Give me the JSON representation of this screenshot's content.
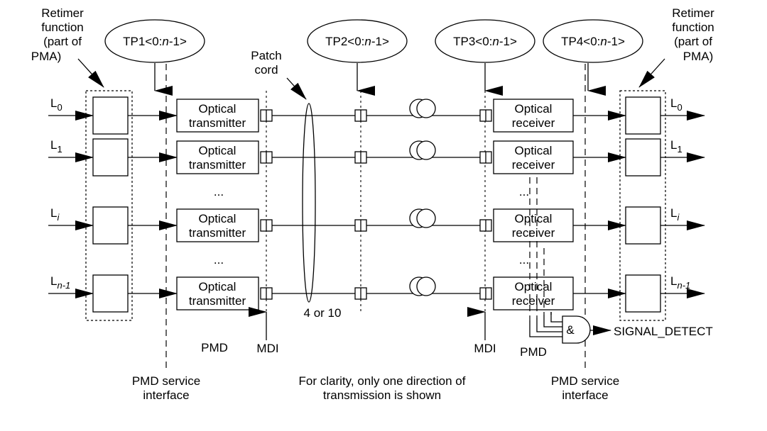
{
  "labels": {
    "retimer_left_1": "Retimer",
    "retimer_left_2": "function",
    "retimer_left_3": "(part of",
    "retimer_left_4": "PMA)",
    "retimer_right_1": "Retimer",
    "retimer_right_2": "function",
    "retimer_right_3": "(part of",
    "retimer_right_4": "PMA)",
    "patch_1": "Patch",
    "patch_2": "cord",
    "four_or_ten": "4 or 10",
    "pmd_left": "PMD",
    "pmd_right": "PMD",
    "mdi_left": "MDI",
    "mdi_right": "MDI",
    "signal_detect": "SIGNAL_DETECT",
    "and_gate": "&",
    "pmd_si_left_1": "PMD service",
    "pmd_si_left_2": "interface",
    "pmd_si_right_1": "PMD service",
    "pmd_si_right_2": "interface",
    "clarity_1": "For clarity, only one direction of",
    "clarity_2": "transmission is shown",
    "ellipsis": "..."
  },
  "test_points": {
    "tp1": {
      "prefix": "TP1<0:",
      "var": "n",
      "suffix": "-1>"
    },
    "tp2": {
      "prefix": "TP2<0:",
      "var": "n",
      "suffix": "-1>"
    },
    "tp3": {
      "prefix": "TP3<0:",
      "var": "n",
      "suffix": "-1>"
    },
    "tp4": {
      "prefix": "TP4<0:",
      "var": "n",
      "suffix": "-1>"
    }
  },
  "lanes": [
    {
      "base": "L",
      "sub": "0",
      "tx_1": "Optical",
      "tx_2": "transmitter",
      "rx_1": "Optical",
      "rx_2": "receiver"
    },
    {
      "base": "L",
      "sub": "1",
      "tx_1": "Optical",
      "tx_2": "transmitter",
      "rx_1": "Optical",
      "rx_2": "receiver"
    },
    {
      "base": "L",
      "sub": "i",
      "tx_1": "Optical",
      "tx_2": "transmitter",
      "rx_1": "Optical",
      "rx_2": "receiver"
    },
    {
      "base": "L",
      "sub": "n-1",
      "tx_1": "Optical",
      "tx_2": "transmitter",
      "rx_1": "Optical",
      "rx_2": "receiver"
    }
  ]
}
